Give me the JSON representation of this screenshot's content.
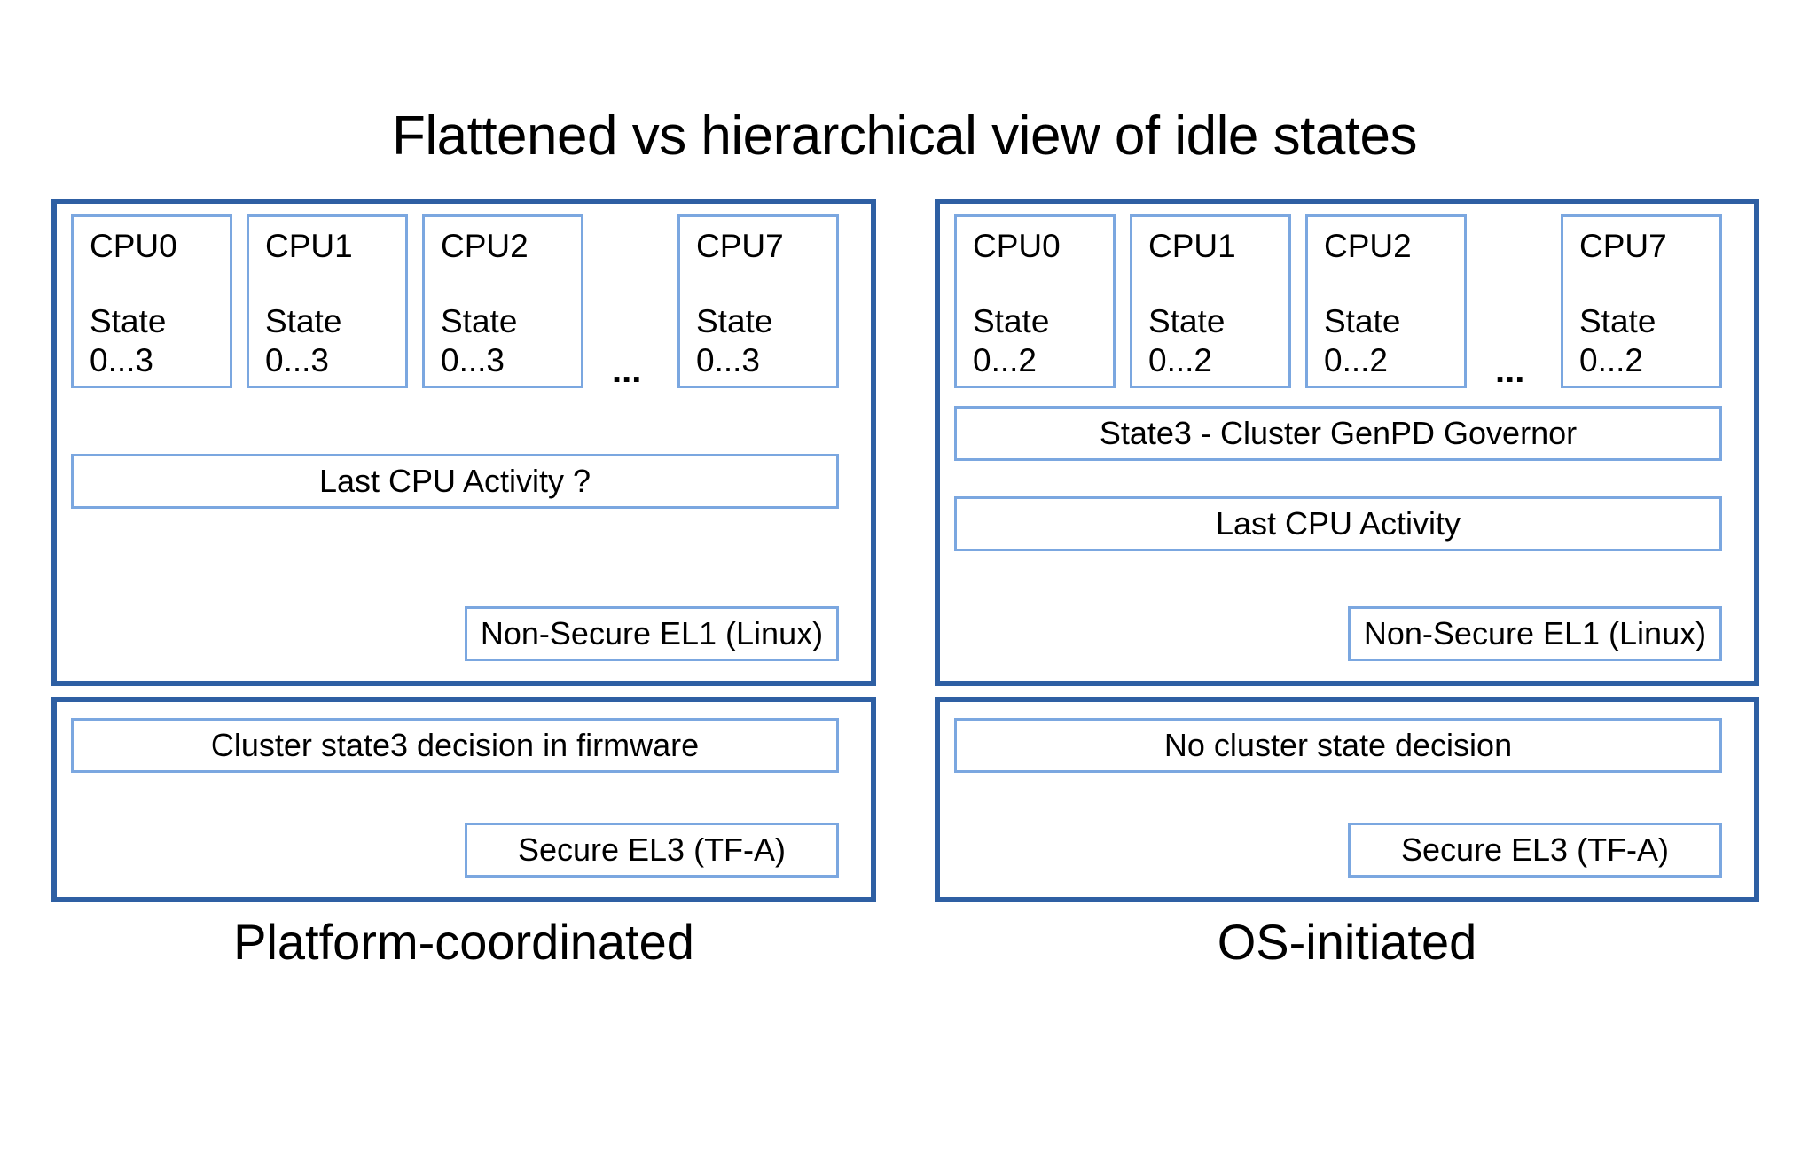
{
  "title": "Flattened vs hierarchical view of idle states",
  "columns": [
    {
      "id": "platform-coordinated",
      "caption": "Platform-coordinated",
      "os_panel": {
        "cpus": [
          {
            "name": "CPU0",
            "state": "State\n0...3"
          },
          {
            "name": "CPU1",
            "state": "State\n0...3"
          },
          {
            "name": "CPU2",
            "state": "State\n0...3"
          },
          {
            "name": "CPU7",
            "state": "State\n0...3"
          }
        ],
        "ellipsis": "...",
        "rows": [
          "Last CPU Activity ?"
        ],
        "exception_level": "Non-Secure EL1 (Linux)"
      },
      "fw_panel": {
        "rows": [
          "Cluster state3 decision in firmware"
        ],
        "exception_level": "Secure EL3 (TF-A)"
      }
    },
    {
      "id": "os-initiated",
      "caption": "OS-initiated",
      "os_panel": {
        "cpus": [
          {
            "name": "CPU0",
            "state": "State\n0...2"
          },
          {
            "name": "CPU1",
            "state": "State\n0...2"
          },
          {
            "name": "CPU2",
            "state": "State\n0...2"
          },
          {
            "name": "CPU7",
            "state": "State\n0...2"
          }
        ],
        "ellipsis": "...",
        "rows": [
          "State3 - Cluster GenPD Governor",
          "Last CPU Activity"
        ],
        "exception_level": "Non-Secure EL1 (Linux)"
      },
      "fw_panel": {
        "rows": [
          "No cluster state decision"
        ],
        "exception_level": "Secure EL3 (TF-A)"
      }
    }
  ],
  "colors": {
    "panel_border": "#2E5FA3",
    "box_border": "#7BA7E0",
    "background": "#FFFFFF",
    "text": "#000000"
  }
}
